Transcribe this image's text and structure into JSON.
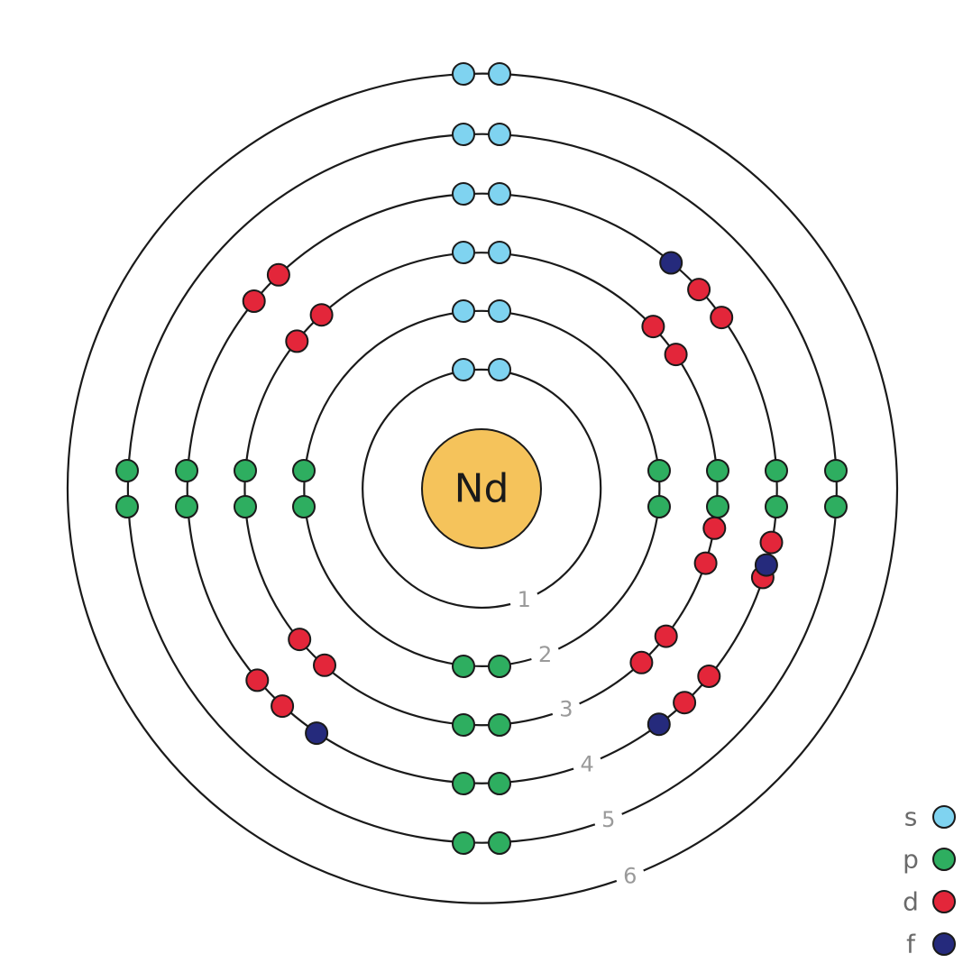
{
  "nucleus": {
    "symbol": "Nd",
    "color": "#F5C35B"
  },
  "colors": {
    "s": "#7FD3F0",
    "p": "#2EAE60",
    "d": "#E3263A",
    "f": "#252A7C"
  },
  "shells": [
    {
      "label": "1",
      "electrons": {
        "s": 2,
        "p": 0,
        "d": 0,
        "f": 0
      }
    },
    {
      "label": "2",
      "electrons": {
        "s": 2,
        "p": 6,
        "d": 0,
        "f": 0
      }
    },
    {
      "label": "3",
      "electrons": {
        "s": 2,
        "p": 6,
        "d": 10,
        "f": 0
      }
    },
    {
      "label": "4",
      "electrons": {
        "s": 2,
        "p": 6,
        "d": 10,
        "f": 4
      }
    },
    {
      "label": "5",
      "electrons": {
        "s": 2,
        "p": 6,
        "d": 0,
        "f": 0
      }
    },
    {
      "label": "6",
      "electrons": {
        "s": 2,
        "p": 0,
        "d": 0,
        "f": 0
      }
    }
  ],
  "legend": [
    {
      "label": "s",
      "key": "s"
    },
    {
      "label": "p",
      "key": "p"
    },
    {
      "label": "d",
      "key": "d"
    },
    {
      "label": "f",
      "key": "f"
    }
  ]
}
